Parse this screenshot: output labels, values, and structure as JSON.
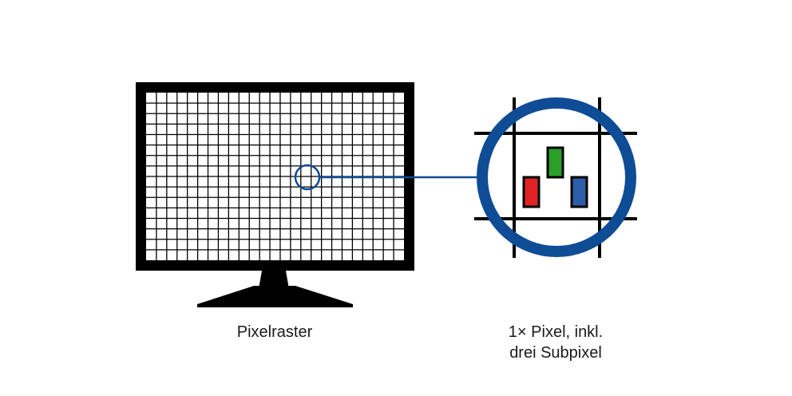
{
  "labels": {
    "monitor_caption": "Pixelraster",
    "pixel_caption_line1": "1× Pixel, inkl.",
    "pixel_caption_line2": "drei Subpixel"
  },
  "icons": {
    "monitor": "monitor-icon",
    "magnifier": "magnifier-circle-icon"
  },
  "colors": {
    "outline": "#000000",
    "accent_blue": "#0f4c96",
    "subpixel_red": "#e02424",
    "subpixel_green": "#2aa02a",
    "subpixel_blue": "#2c5ea8",
    "background": "#ffffff"
  }
}
